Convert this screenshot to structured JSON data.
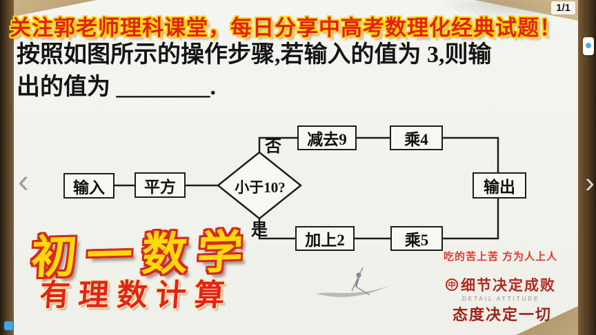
{
  "page": {
    "indicator": "1/1"
  },
  "banner": {
    "text": "关注郭老师理科课堂，每日分享中高考数理化经典试题！"
  },
  "problem": {
    "line1": "按照如图所示的操作步骤,若输入的值为 3,则输",
    "line2": "出的值为 ________."
  },
  "flowchart": {
    "input": "输入",
    "square": "平方",
    "condition": "小于10?",
    "no": "否",
    "yes": "是",
    "step_subtract": "减去9",
    "step_times4": "乘4",
    "step_add": "加上2",
    "step_times5": "乘5",
    "output": "输出"
  },
  "branding": {
    "title": "初一数学",
    "subtitle": "有理数计算",
    "motto": "吃的苦上苦  方为人上人",
    "logo_mark": "中",
    "logo_name": "细节决定成败",
    "logo_en": "DETAIL ATTITUDE",
    "logo_slogan": "态度决定一切"
  },
  "colors": {
    "banner_red": "#e0201a",
    "banner_outline": "#ffd800",
    "title_yellow": "#ffd90a",
    "accent_red": "#e22418",
    "wood_brown": "#4f3a22"
  }
}
